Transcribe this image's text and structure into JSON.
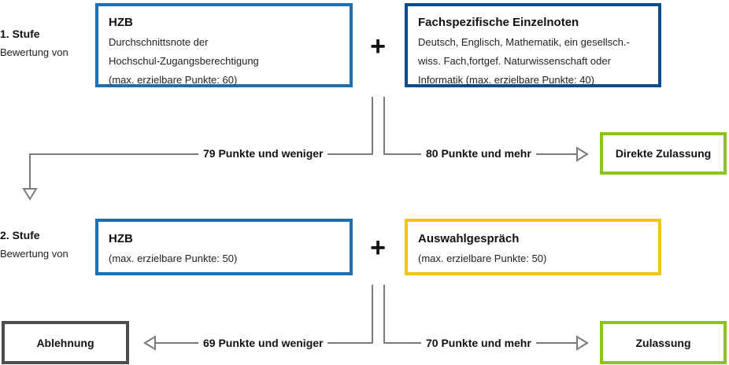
{
  "colors": {
    "blue": "#1d6fb0",
    "dark_blue": "#0a4d8c",
    "yellow": "#f2c31b",
    "green": "#8cc31f",
    "gray": "#4d4d4d",
    "line": "#7a7a7a"
  },
  "stage1": {
    "title": "1. Stufe",
    "subtitle": "Bewertung von",
    "box_left": {
      "title": "HZB",
      "lines": [
        "Durchschnittsnote der",
        "Hochschul-Zugangsberechtigung",
        "(max. erzielbare Punkte: 60)"
      ]
    },
    "plus": "+",
    "box_right": {
      "title": "Fachspezifische Einzelnoten",
      "lines": [
        "Deutsch, Englisch, Mathematik, ein gesellsch.-",
        "wiss. Fach,fortgef. Naturwissenschaft oder",
        "Informatik (max. erzielbare Punkte: 40)"
      ]
    },
    "low_label": "79 Punkte und weniger",
    "high_label": "80 Punkte und mehr",
    "outcome": "Direkte Zulassung"
  },
  "stage2": {
    "title": "2. Stufe",
    "subtitle": "Bewertung von",
    "box_left": {
      "title": "HZB",
      "lines": [
        "(max. erzielbare Punkte: 50)"
      ]
    },
    "plus": "+",
    "box_right": {
      "title": "Auswahlgespräch",
      "lines": [
        "(max. erzielbare Punkte: 50)"
      ]
    },
    "low_label": "69 Punkte und weniger",
    "high_label": "70 Punkte und mehr",
    "outcome_low": "Ablehnung",
    "outcome_high": "Zulassung"
  }
}
